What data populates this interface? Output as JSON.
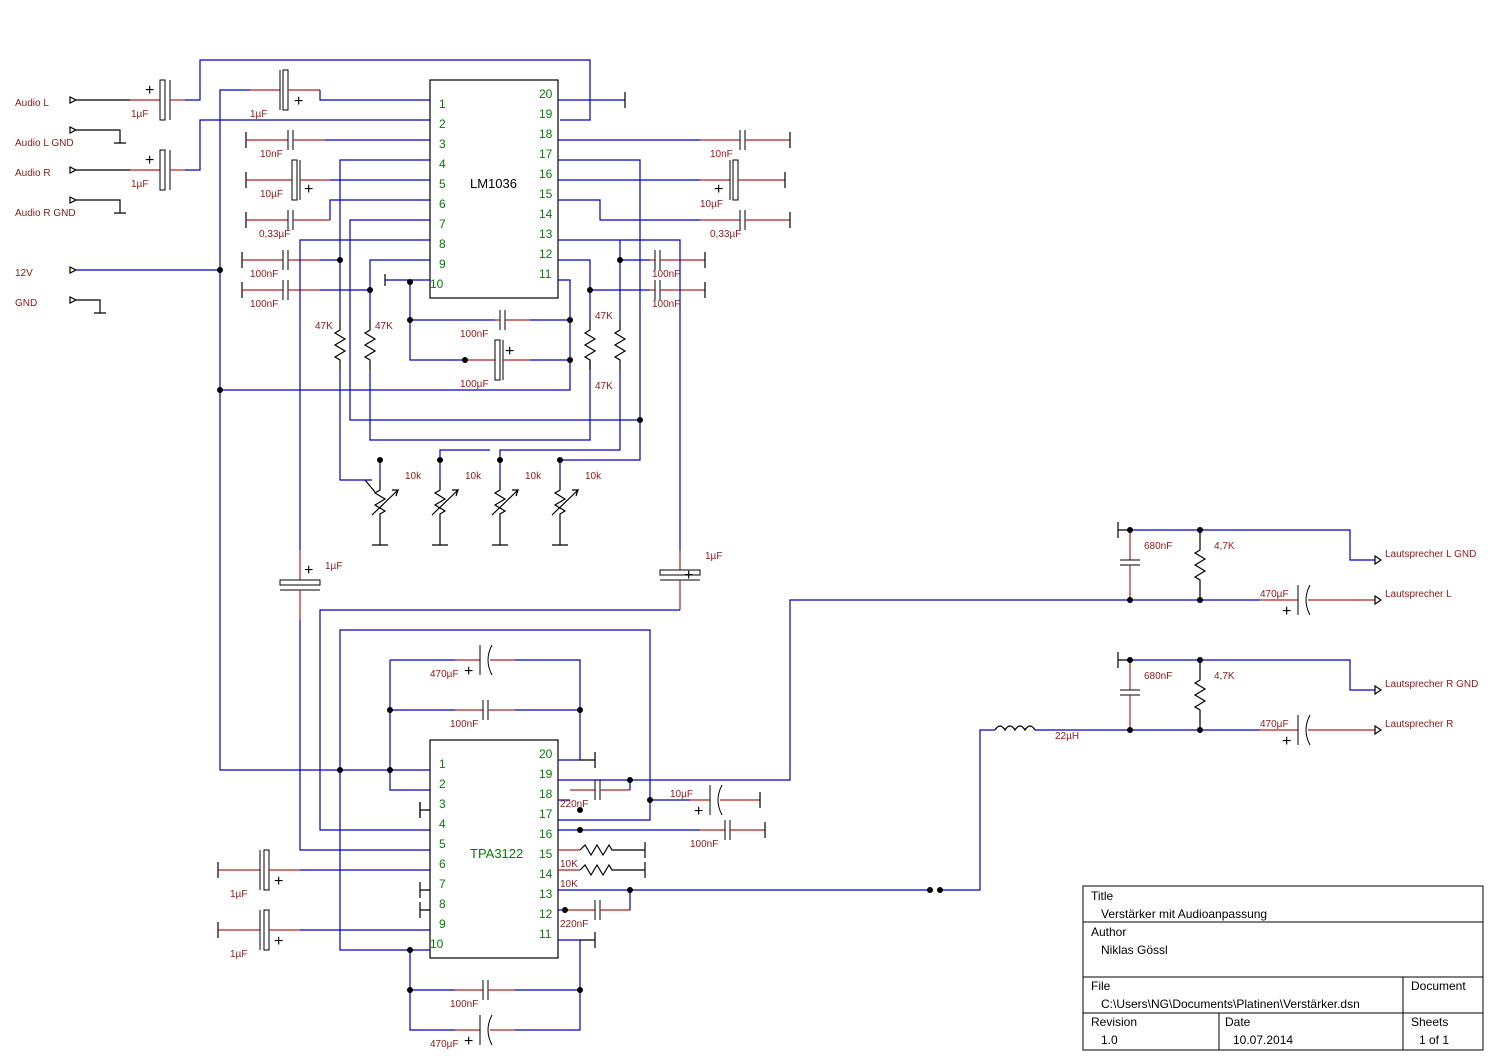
{
  "inputs": {
    "audio_l": "Audio L",
    "audio_l_gnd": "Audio L GND",
    "audio_r": "Audio R",
    "audio_r_gnd": "Audio R GND",
    "v12": "12V",
    "gnd": "GND"
  },
  "ic1": {
    "name": "LM1036",
    "pins_left": [
      "1",
      "2",
      "3",
      "4",
      "5",
      "6",
      "7",
      "8",
      "9",
      "10"
    ],
    "pins_right": [
      "20",
      "19",
      "18",
      "17",
      "16",
      "15",
      "14",
      "13",
      "12",
      "11"
    ]
  },
  "ic2": {
    "name": "TPA3122",
    "pins_left": [
      "1",
      "2",
      "3",
      "4",
      "5",
      "6",
      "7",
      "8",
      "9",
      "10"
    ],
    "pins_right": [
      "20",
      "19",
      "18",
      "17",
      "16",
      "15",
      "14",
      "13",
      "12",
      "11"
    ]
  },
  "values": {
    "c_1uF": "1µF",
    "c_10nF": "10nF",
    "c_10uF": "10µF",
    "c_033uF": "0,33µF",
    "c_100nF": "100nF",
    "c_100uF": "100µF",
    "c_220nF": "220nF",
    "c_470uF": "470µF",
    "c_680nF": "680nF",
    "r_47K": "47K",
    "r_10k": "10k",
    "r_10K": "10K",
    "r_47K2": "4,7K",
    "l_22uH": "22µH"
  },
  "outputs": {
    "lsp_l_gnd": "Lautsprecher L GND",
    "lsp_l": "Lautsprecher L",
    "lsp_r_gnd": "Lautsprecher R GND",
    "lsp_r": "Lautsprecher R"
  },
  "title_block": {
    "title_label": "Title",
    "title_value": "Verstärker mit Audioanpassung",
    "author_label": "Author",
    "author_value": "Niklas Gössl",
    "file_label": "File",
    "file_value": "C:\\Users\\NG\\Documents\\Platinen\\Verstärker.dsn",
    "document_label": "Document",
    "revision_label": "Revision",
    "revision_value": "1.0",
    "date_label": "Date",
    "date_value": "10.07.2014",
    "sheets_label": "Sheets",
    "sheets_value": "1 of 1"
  },
  "colors": {
    "wire": "#0000cc",
    "component": "#000000",
    "lead": "#b22222",
    "label": "#8b1a1a",
    "pin": "#008000"
  }
}
